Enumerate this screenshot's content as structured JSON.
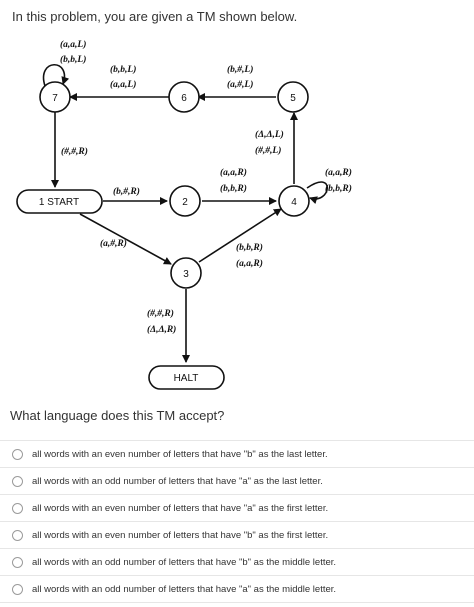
{
  "intro": "In this problem, you are given a TM shown below.",
  "tm": {
    "states": {
      "start": "1 START",
      "s2": "2",
      "s3": "3",
      "s4": "4",
      "s5": "5",
      "s6": "6",
      "s7": "7",
      "halt": "HALT"
    },
    "labels": {
      "loop7_a": "(a,a,L)",
      "loop7_b": "(b,b,L)",
      "e6to7_a": "(b,b,L)",
      "e6to7_b": "(a,a,L)",
      "e5to6_a": "(b,#,L)",
      "e5to6_b": "(a,#,L)",
      "e7tostart": "(#,#,R)",
      "e4to5_a": "(Δ,Δ,L)",
      "e4to5_b": "(#,#,L)",
      "e2to4_a": "(a,a,R)",
      "e2to4_b": "(b,b,R)",
      "loop4_a": "(a,a,R)",
      "loop4_b": "(b,b,R)",
      "estartto2": "(b,#,R)",
      "estartto3": "(a,#,R)",
      "e3to4_a": "(b,b,R)",
      "e3to4_b": "(a,a,R)",
      "e3tohalt_a": "(#,#,R)",
      "e3tohalt_b": "(Δ,Δ,R)"
    }
  },
  "question": "What language does this TM accept?",
  "options": [
    "all words with an even number of letters that have \"b\" as the last letter.",
    "all words with an odd number of letters that have \"a\" as the last letter.",
    "all words with an even number of letters that have \"a\" as the first letter.",
    "all words with an even number of letters that have \"b\" as the first letter.",
    "all words with an odd number of letters that have \"b\" as the middle letter.",
    "all words with an odd number of letters that have \"a\" as the middle letter."
  ]
}
